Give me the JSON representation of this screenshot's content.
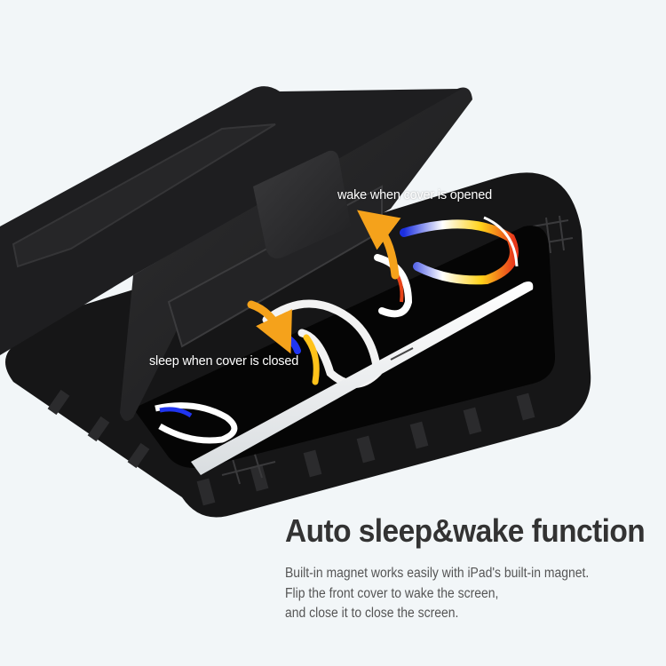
{
  "product": {
    "image_alt": "Rugged tablet case with tri-fold front cover and stylus",
    "colors": {
      "background": "#f2f6f8",
      "case_body": "#1c1c1e",
      "cover": "#2a2a2c",
      "arrow": "#f5a21b",
      "headline": "#333333",
      "body_text": "#555555"
    }
  },
  "callouts": {
    "wake": "wake when cover is opened",
    "sleep": "sleep when cover is closed"
  },
  "feature": {
    "title": "Auto sleep&wake function",
    "description_lines": [
      "Built-in magnet works easily with iPad's built-in magnet.",
      "Flip the front cover to wake the screen,",
      "and close it to close the screen."
    ]
  }
}
